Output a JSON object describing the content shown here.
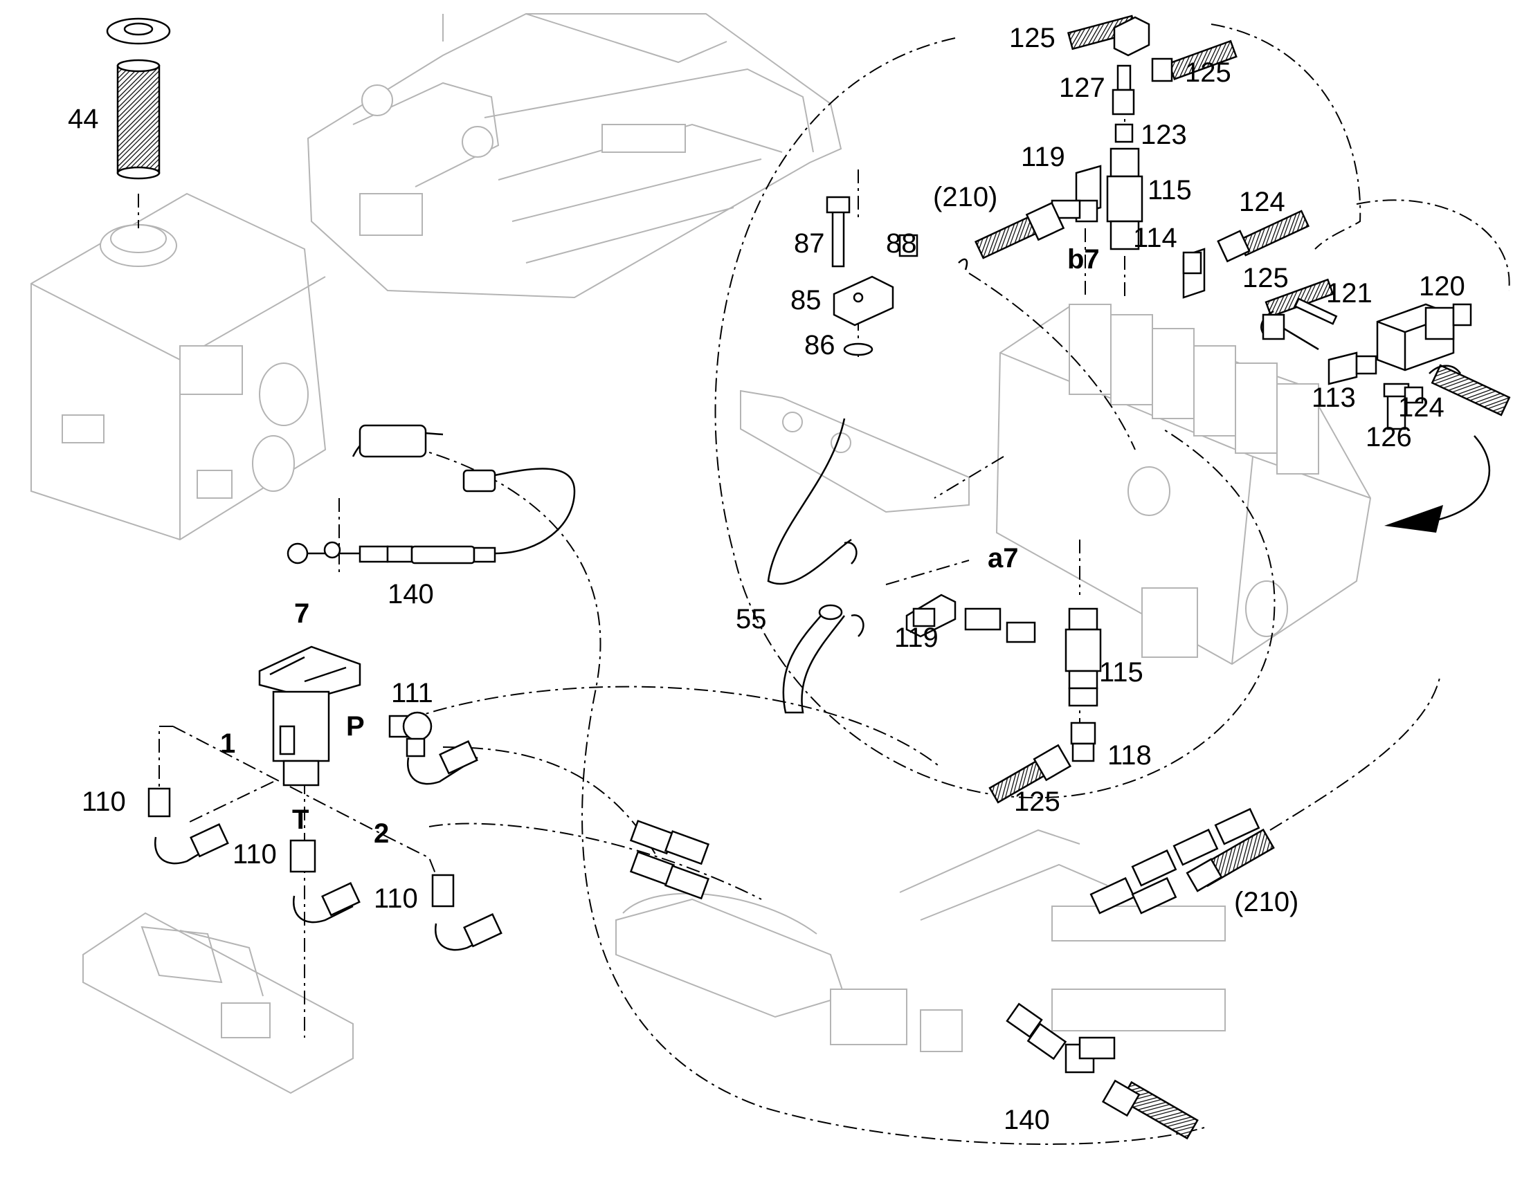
{
  "callouts": {
    "c44": "44",
    "c125a": "125",
    "c125b": "125",
    "c125c": "125",
    "c125d": "125",
    "c127": "127",
    "c123": "123",
    "c119a": "119",
    "c119b": "119",
    "c115a": "115",
    "c115b": "115",
    "c210a": "(210)",
    "c210b": "(210)",
    "c124a": "124",
    "c124b": "124",
    "c87": "87",
    "c88": "88",
    "c85": "85",
    "c86": "86",
    "c114": "114",
    "b7": "b7",
    "c121": "121",
    "c120": "120",
    "c113": "113",
    "c126": "126",
    "c55": "55",
    "a7": "a7",
    "c118": "118",
    "c140a": "140",
    "c140b": "140",
    "p7": "7",
    "c111": "111",
    "P": "P",
    "p1": "1",
    "c110a": "110",
    "c110b": "110",
    "c110c": "110",
    "T": "T",
    "p2": "2"
  },
  "colors": {
    "ink": "#000000",
    "ghost": "#b4b4b4",
    "background": "#ffffff"
  }
}
